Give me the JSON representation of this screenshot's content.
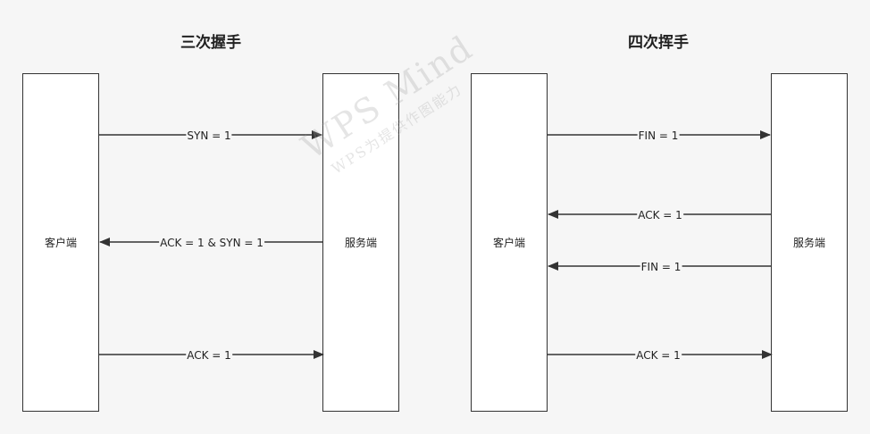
{
  "left_diagram": {
    "title": "三次握手",
    "client_label": "客户端",
    "server_label": "服务端",
    "messages": [
      {
        "label": "SYN = 1",
        "direction": "client-to-server"
      },
      {
        "label": "ACK = 1 & SYN = 1",
        "direction": "server-to-client"
      },
      {
        "label": "ACK = 1",
        "direction": "client-to-server"
      }
    ]
  },
  "right_diagram": {
    "title": "四次挥手",
    "client_label": "客户端",
    "server_label": "服务端",
    "messages": [
      {
        "label": "FIN = 1",
        "direction": "client-to-server"
      },
      {
        "label": "ACK = 1",
        "direction": "server-to-client"
      },
      {
        "label": "FIN = 1",
        "direction": "server-to-client"
      },
      {
        "label": "ACK = 1",
        "direction": "client-to-server"
      }
    ]
  },
  "watermark": {
    "main": "WPS Mind",
    "sub": "WPS为提供作图能力"
  },
  "colors": {
    "background": "#f6f6f6",
    "stroke": "#333333"
  }
}
